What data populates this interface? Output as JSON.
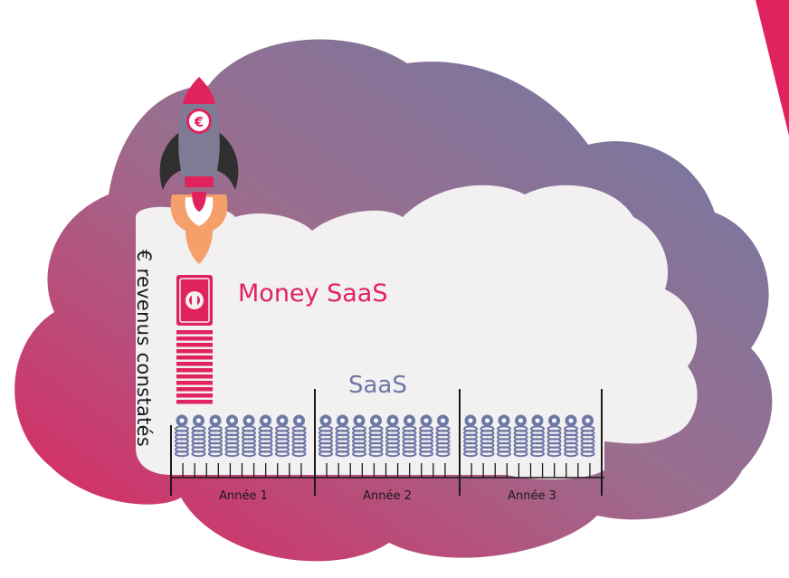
{
  "diagram": {
    "axis_label": "€ revenus constatés",
    "money_saas_label": "Money SaaS",
    "saas_label": "SaaS",
    "years": [
      "Année 1",
      "Année 2",
      "Année 3"
    ],
    "rocket_symbol": "€",
    "colors": {
      "gradient_pink": "#e0235f",
      "gradient_purple": "#9b6d8e",
      "gradient_blue": "#6e7ba6",
      "cloud_inner": "#f2f0f0",
      "coin": "#6e77a6",
      "money_accent": "#e0235f",
      "rocket_body": "#7e7b94",
      "rocket_fins": "#2f2f2f",
      "flame": "#f5a06b"
    },
    "icons": [
      "rocket-icon",
      "banknote-icon",
      "coin-stack-icon"
    ]
  }
}
